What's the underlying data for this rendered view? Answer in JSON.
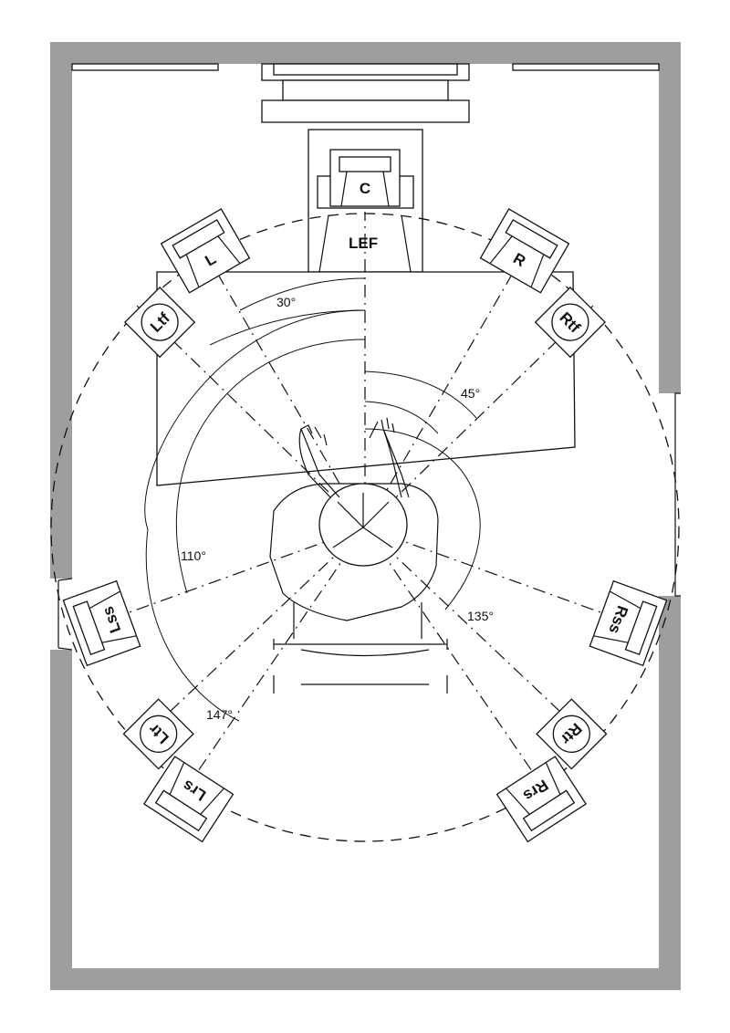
{
  "labels": {
    "lef": "LEF",
    "angles": {
      "a30": "30°",
      "a45": "45°",
      "a110": "110°",
      "a135": "135°",
      "a147": "147°"
    }
  },
  "speakers": [
    {
      "id": "c",
      "label": "C",
      "type": "box",
      "angle_deg": 0
    },
    {
      "id": "l",
      "label": "L",
      "type": "box",
      "angle_deg": -30
    },
    {
      "id": "r",
      "label": "R",
      "type": "box",
      "angle_deg": 30
    },
    {
      "id": "ltf",
      "label": "Ltf",
      "type": "round",
      "angle_deg": -45
    },
    {
      "id": "rtf",
      "label": "Rtf",
      "type": "round",
      "angle_deg": 45
    },
    {
      "id": "lss",
      "label": "Lss",
      "type": "box",
      "angle_deg": -110
    },
    {
      "id": "rss",
      "label": "Rss",
      "type": "box",
      "angle_deg": 110
    },
    {
      "id": "ltr",
      "label": "Ltr",
      "type": "round",
      "angle_deg": -135
    },
    {
      "id": "rtr",
      "label": "Rtr",
      "type": "round",
      "angle_deg": 135
    },
    {
      "id": "lrs",
      "label": "Lrs",
      "type": "box",
      "angle_deg": -147
    },
    {
      "id": "rrs",
      "label": "Rrs",
      "type": "box",
      "angle_deg": 147
    }
  ]
}
